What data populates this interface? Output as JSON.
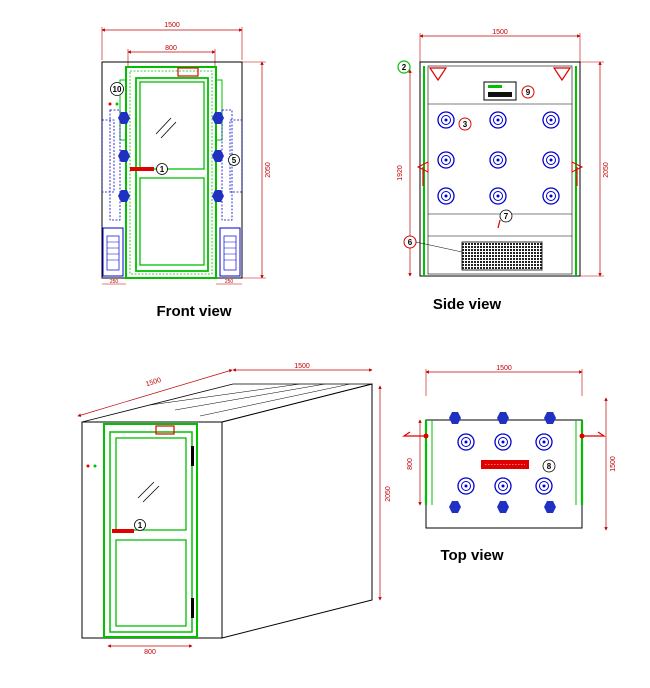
{
  "front": {
    "title": "Front view",
    "dim_width": "1500",
    "dim_door": "800",
    "dim_height": "2050",
    "dim_left_base": "250",
    "dim_right_base": "250",
    "label_door": "1",
    "label_nozzle": "5",
    "label_buttons": "10"
  },
  "side": {
    "title": "Side view",
    "dim_width": "1500",
    "dim_inner_height": "1920",
    "dim_height": "2050",
    "label_corner": "2",
    "label_nozzles": "3",
    "label_grille": "6",
    "label_lamp": "7",
    "label_panel": "9"
  },
  "iso": {
    "dim_depth": "1500",
    "dim_width": "1500",
    "dim_height": "2050",
    "dim_door": "800",
    "label_door": "1"
  },
  "top": {
    "title": "Top view",
    "dim_width": "1500",
    "dim_depth": "1500",
    "dim_door": "800",
    "label_light": "8"
  },
  "colors": {
    "outline": "#000000",
    "dimension": "#c00000",
    "door": "#00c000",
    "nozzle": "#0000d0",
    "accent": "#e00000"
  }
}
